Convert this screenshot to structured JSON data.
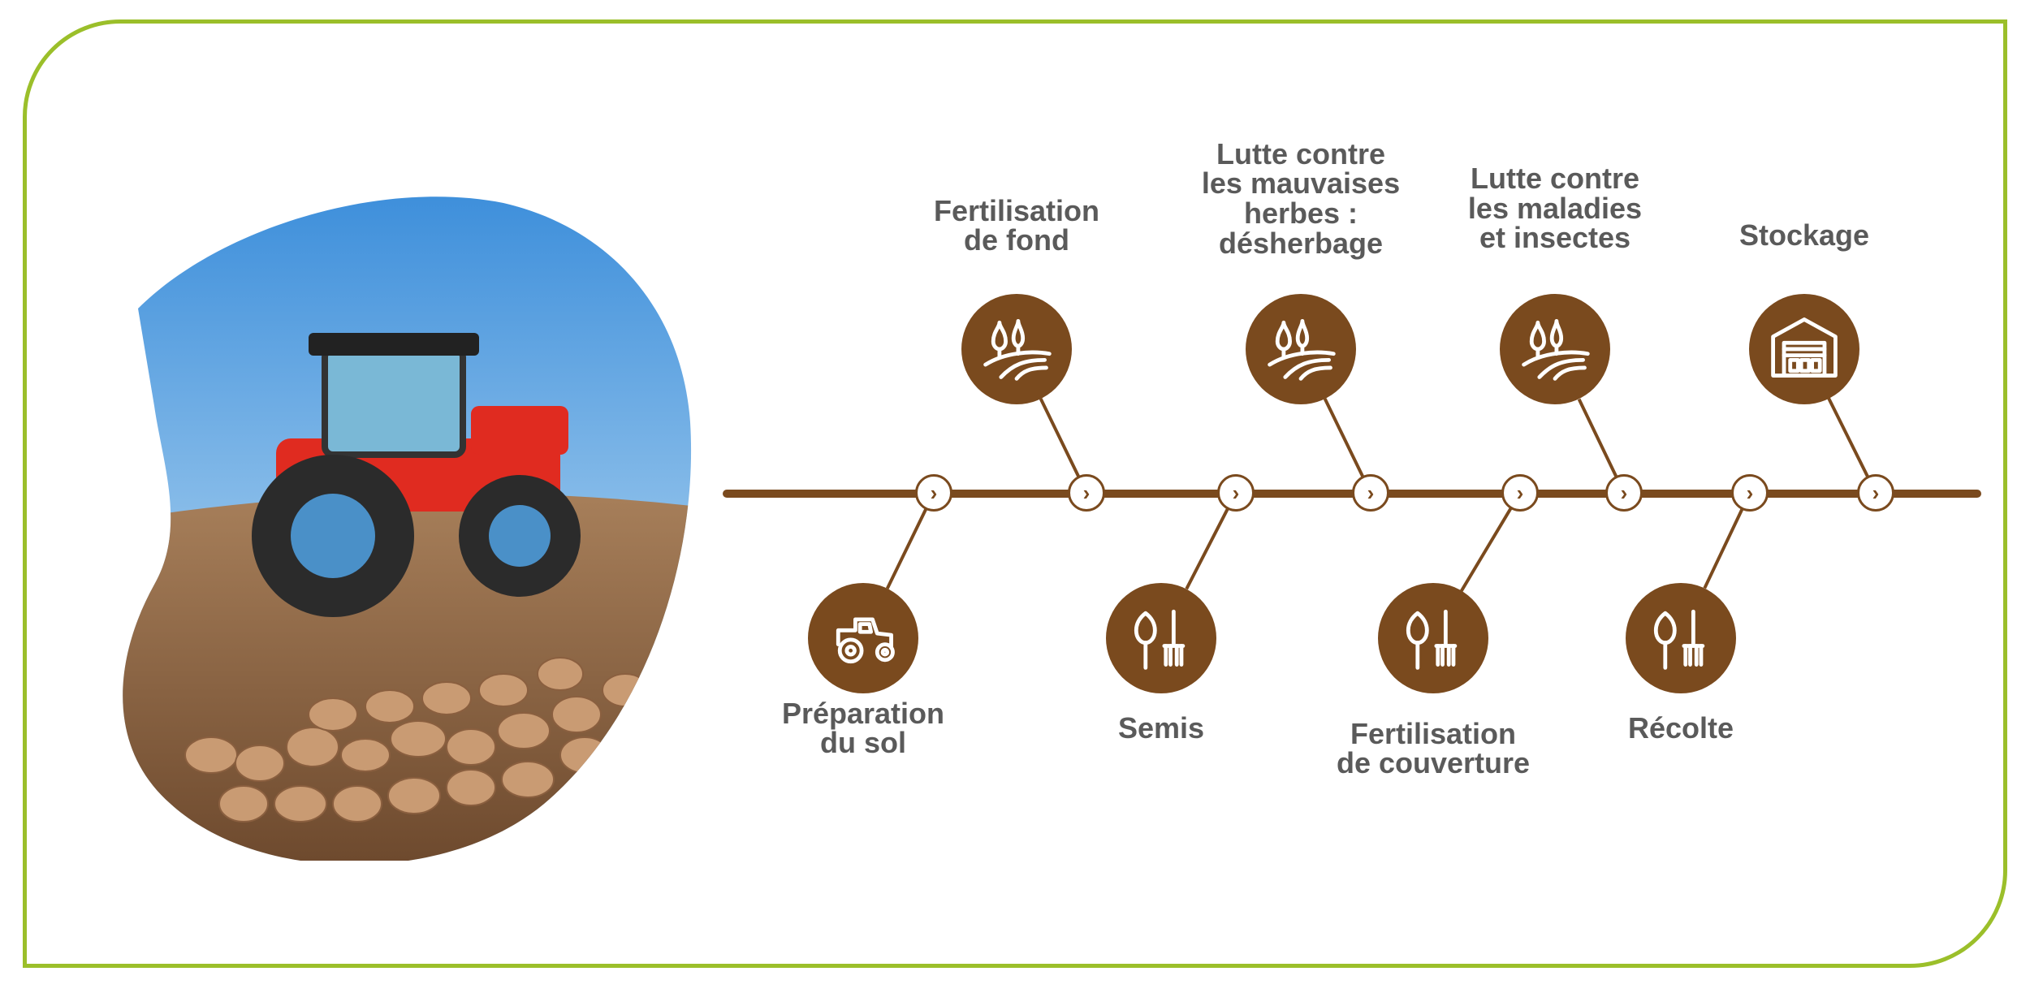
{
  "steps": [
    {
      "label": "Préparation\ndu sol",
      "icon": "tractor-icon"
    },
    {
      "label": "Fertilisation\nde fond",
      "icon": "field-plant-icon"
    },
    {
      "label": "Semis",
      "icon": "garden-tools-icon"
    },
    {
      "label": "Lutte contre\nles mauvaises\nherbes :\ndésherbage",
      "icon": "field-plant-icon"
    },
    {
      "label": "Fertilisation\nde couverture",
      "icon": "garden-tools-icon"
    },
    {
      "label": "Lutte contre\nles maladies\net insectes",
      "icon": "field-plant-icon"
    },
    {
      "label": "Récolte",
      "icon": "garden-tools-icon"
    },
    {
      "label": "Stockage",
      "icon": "barn-icon"
    }
  ],
  "colors": {
    "frame": "#9bbf2a",
    "timeline": "#7a4a1e",
    "label": "#5a5a5a",
    "sky": "#4a9ee0",
    "tractor": "#e02b20",
    "lentil": "#c99b73"
  }
}
